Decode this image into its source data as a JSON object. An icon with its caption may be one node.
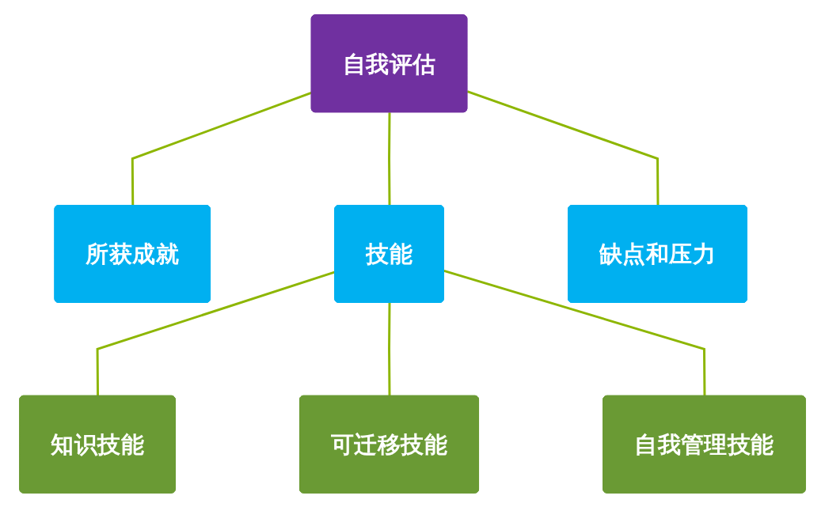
{
  "diagram": {
    "nodes": [
      {
        "text": [
          "自我评估"
        ]
      },
      {
        "text": [
          "所获成就"
        ]
      },
      {
        "text": [
          "技能"
        ]
      },
      {
        "text": [
          "缺点和压力"
        ]
      },
      {
        "text": [
          "知识技能"
        ]
      },
      {
        "text": [
          "可迁移技能"
        ]
      },
      {
        "text": [
          "自我管理技能"
        ]
      }
    ],
    "edges": [
      {
        "from": 0,
        "to": 1,
        "arrow": "none"
      },
      {
        "from": 0,
        "to": 2,
        "arrow": "none"
      },
      {
        "from": 0,
        "to": 3,
        "arrow": "none"
      },
      {
        "from": 2,
        "to": 4,
        "arrow": "none"
      },
      {
        "from": 2,
        "to": 5,
        "arrow": "none"
      },
      {
        "from": 2,
        "to": 6,
        "arrow": "none"
      }
    ]
  }
}
